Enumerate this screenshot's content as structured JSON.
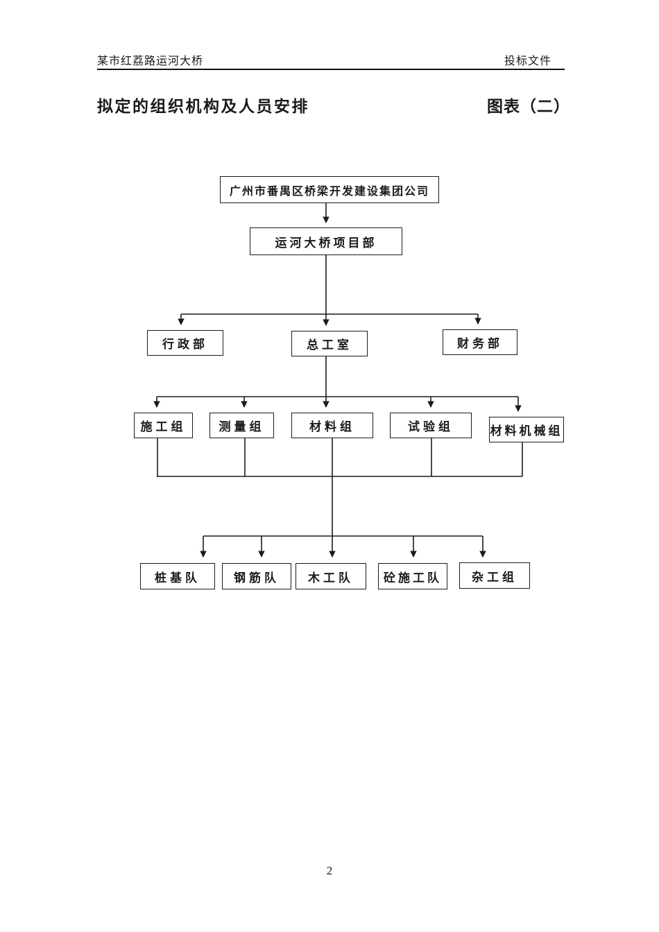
{
  "page": {
    "header": {
      "left": "某市红荔路运河大桥",
      "right": "投标文件"
    },
    "title": {
      "left": "拟定的组织机构及人员安排",
      "right": "图表（二）"
    },
    "footer": {
      "page_number": "2"
    }
  },
  "org_chart": {
    "type": "org-tree",
    "levels": {
      "level1": {
        "company": "广州市番禺区桥梁开发建设集团公司"
      },
      "level2": {
        "project_dept": "运河大桥项目部"
      },
      "level3": {
        "admin": "行政部",
        "chief_office": "总工室",
        "finance": "财务部"
      },
      "level4": {
        "construction": "施工组",
        "survey": "测量组",
        "material": "材料组",
        "test": "试验组",
        "material_machinery": "材料机械组"
      },
      "level5": {
        "pile": "桩基队",
        "rebar": "钢筋队",
        "carpentry": "木工队",
        "concrete": "砼施工队",
        "misc": "杂工组"
      }
    },
    "edges": [
      [
        "广州市番禺区桥梁开发建设集团公司",
        "运河大桥项目部"
      ],
      [
        "运河大桥项目部",
        "行政部"
      ],
      [
        "运河大桥项目部",
        "总工室"
      ],
      [
        "运河大桥项目部",
        "财务部"
      ],
      [
        "总工室",
        "施工组"
      ],
      [
        "总工室",
        "测量组"
      ],
      [
        "总工室",
        "材料组"
      ],
      [
        "总工室",
        "试验组"
      ],
      [
        "总工室",
        "材料机械组"
      ],
      [
        "施工组|测量组|材料组|试验组|材料机械组",
        "桩基队"
      ],
      [
        "施工组|测量组|材料组|试验组|材料机械组",
        "钢筋队"
      ],
      [
        "施工组|测量组|材料组|试验组|材料机械组",
        "木工队"
      ],
      [
        "施工组|测量组|材料组|试验组|材料机械组",
        "砼施工队"
      ],
      [
        "施工组|测量组|材料组|试验组|材料机械组",
        "杂工组"
      ]
    ],
    "structure_note": "All five level-4 groups drop to a shared bus line that feeds every level-5 work team through a single centre trunk."
  },
  "colors": {
    "ink": "#1a1a1a",
    "paper": "#ffffff"
  }
}
